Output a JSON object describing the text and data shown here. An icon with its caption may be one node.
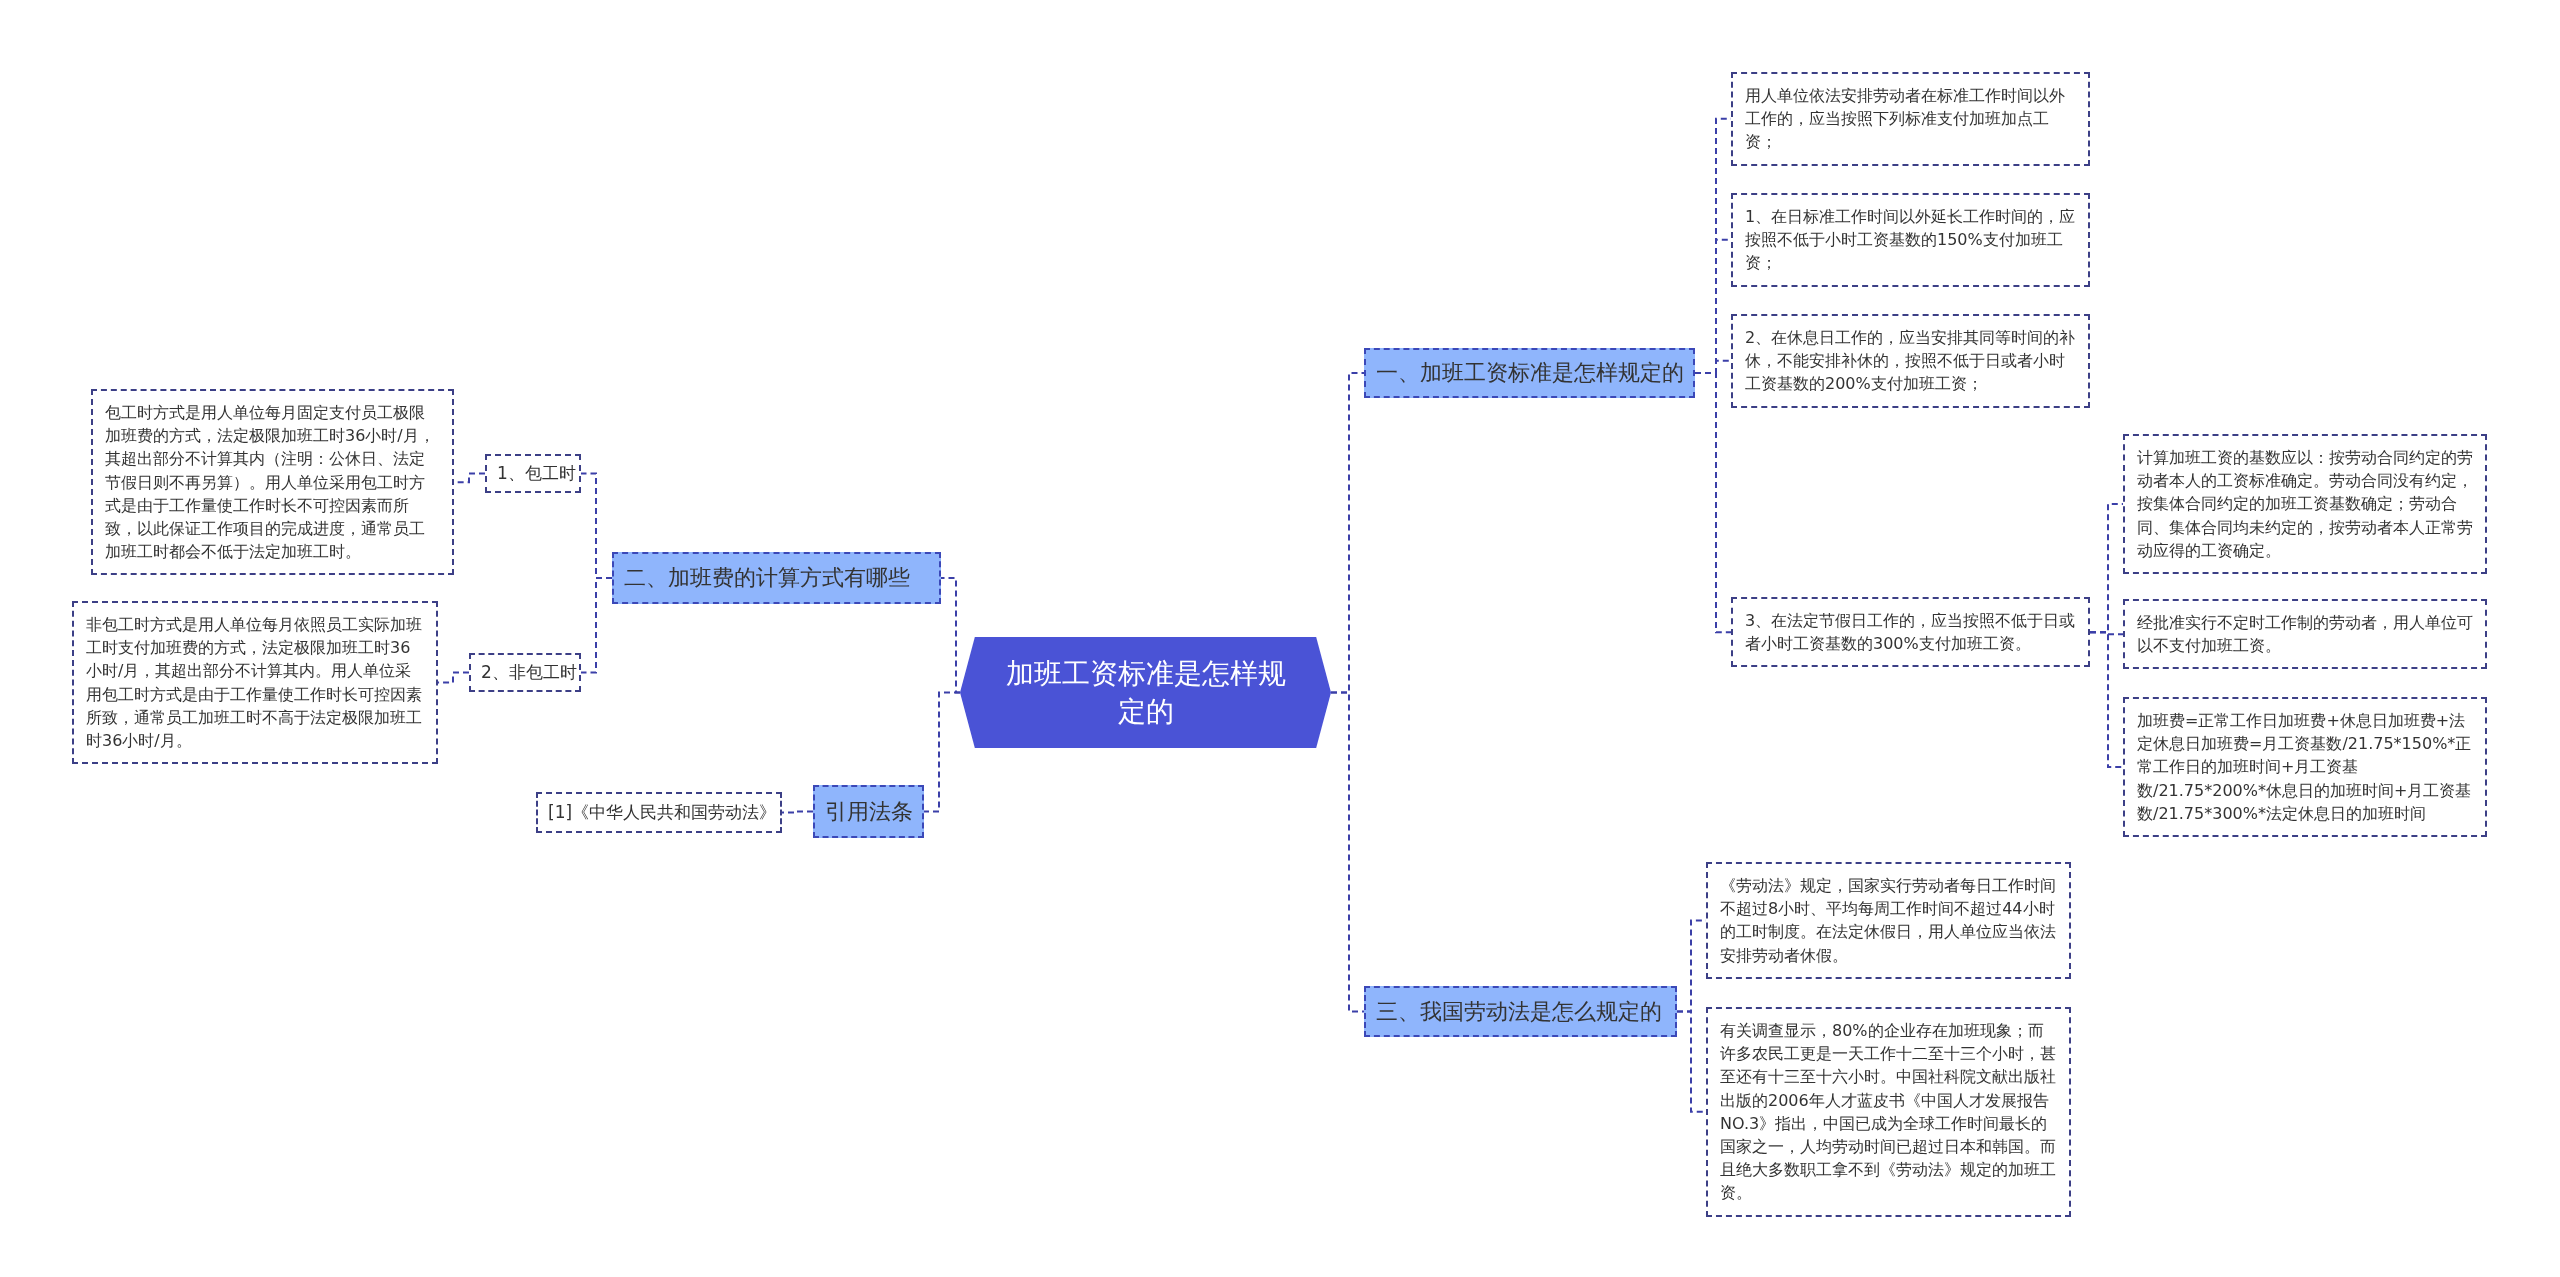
{
  "diagram": {
    "nodes": [
      {
        "text": [
          "加班工资标准是怎样规定的"
        ]
      },
      {
        "text": [
          "一、加班工资标准是怎样规定的"
        ]
      },
      {
        "text": [
          "用人单位依法安排劳动者在标准工作时间以外工作的，应当按照下列标准支付加班加点工资；"
        ]
      },
      {
        "text": [
          "1、在日标准工作时间以外延长工作时间的，应按照不低于小时工资基数的150%支付加班工资；"
        ]
      },
      {
        "text": [
          "2、在休息日工作的，应当安排其同等时间的补休，不能安排补休的，按照不低于日或者小时工资基数的200%支付加班工资；"
        ]
      },
      {
        "text": [
          "3、在法定节假日工作的，应当按照不低于日或者小时工资基数的300%支付加班工资。"
        ]
      },
      {
        "text": [
          "计算加班工资的基数应以：按劳动合同约定的劳动者本人的工资标准确定。劳动合同没有约定，按集体合同约定的加班工资基数确定；劳动合同、集体合同均未约定的，按劳动者本人正常劳动应得的工资确定。"
        ]
      },
      {
        "text": [
          "经批准实行不定时工作制的劳动者，用人单位可以不支付加班工资。"
        ]
      },
      {
        "text": [
          "加班费=正常工作日加班费+休息日加班费+法定休息日加班费=月工资基数/21.75*150%*正常工作日的加班时间+月工资基数/21.75*200%*休息日的加班时间+月工资基数/21.75*300%*法定休息日的加班时间"
        ]
      },
      {
        "text": [
          "三、我国劳动法是怎么规定的"
        ]
      },
      {
        "text": [
          "《劳动法》规定，国家实行劳动者每日工作时间不超过8小时、平均每周工作时间不超过44小时的工时制度。在法定休假日，用人单位应当依法安排劳动者休假。"
        ]
      },
      {
        "text": [
          "有关调查显示，80%的企业存在加班现象；而许多农民工更是一天工作十二至十三个小时，甚至还有十三至十六小时。中国社科院文献出版社出版的2006年人才蓝皮书《中国人才发展报告NO.3》指出，中国已成为全球工作时间最长的国家之一，人均劳动时间已超过日本和韩国。而且绝大多数职工拿不到《劳动法》规定的加班工资。"
        ]
      },
      {
        "text": [
          "二、加班费的计算方式有哪些"
        ]
      },
      {
        "text": [
          "1、包工时"
        ]
      },
      {
        "text": [
          "包工时方式是用人单位每月固定支付员工极限加班费的方式，法定极限加班工时36小时/月，其超出部分不计算其内（注明：公休日、法定节假日则不再另算）。用人单位采用包工时方式是由于工作量使工作时长不可控因素而所致，以此保证工作项目的完成进度，通常员工加班工时都会不低于法定加班工时。"
        ]
      },
      {
        "text": [
          "2、非包工时"
        ]
      },
      {
        "text": [
          "非包工时方式是用人单位每月依照员工实际加班工时支付加班费的方式，法定极限加班工时36小时/月，其超出部分不计算其内。用人单位采用包工时方式是由于工作量使工作时长可控因素所致，通常员工加班工时不高于法定极限加班工时36小时/月。"
        ]
      },
      {
        "text": [
          "引用法条"
        ]
      },
      {
        "text": [
          "[1]《中华人民共和国劳动法》"
        ]
      }
    ],
    "edges": [
      {
        "from": 0,
        "to": 1,
        "arrow": "none",
        "style": "dashed"
      },
      {
        "from": 1,
        "to": 2,
        "arrow": "none",
        "style": "dashed"
      },
      {
        "from": 1,
        "to": 3,
        "arrow": "none",
        "style": "dashed"
      },
      {
        "from": 1,
        "to": 4,
        "arrow": "none",
        "style": "dashed"
      },
      {
        "from": 1,
        "to": 5,
        "arrow": "none",
        "style": "dashed"
      },
      {
        "from": 5,
        "to": 6,
        "arrow": "none",
        "style": "dashed"
      },
      {
        "from": 5,
        "to": 7,
        "arrow": "none",
        "style": "dashed"
      },
      {
        "from": 5,
        "to": 8,
        "arrow": "none",
        "style": "dashed"
      },
      {
        "from": 0,
        "to": 9,
        "arrow": "none",
        "style": "dashed"
      },
      {
        "from": 9,
        "to": 10,
        "arrow": "none",
        "style": "dashed"
      },
      {
        "from": 9,
        "to": 11,
        "arrow": "none",
        "style": "dashed"
      },
      {
        "from": 0,
        "to": 12,
        "arrow": "none",
        "style": "dashed"
      },
      {
        "from": 12,
        "to": 13,
        "arrow": "none",
        "style": "dashed"
      },
      {
        "from": 13,
        "to": 14,
        "arrow": "none",
        "style": "dashed"
      },
      {
        "from": 12,
        "to": 15,
        "arrow": "none",
        "style": "dashed"
      },
      {
        "from": 15,
        "to": 16,
        "arrow": "none",
        "style": "dashed"
      },
      {
        "from": 0,
        "to": 17,
        "arrow": "none",
        "style": "dashed"
      },
      {
        "from": 17,
        "to": 18,
        "arrow": "none",
        "style": "dashed"
      }
    ]
  }
}
